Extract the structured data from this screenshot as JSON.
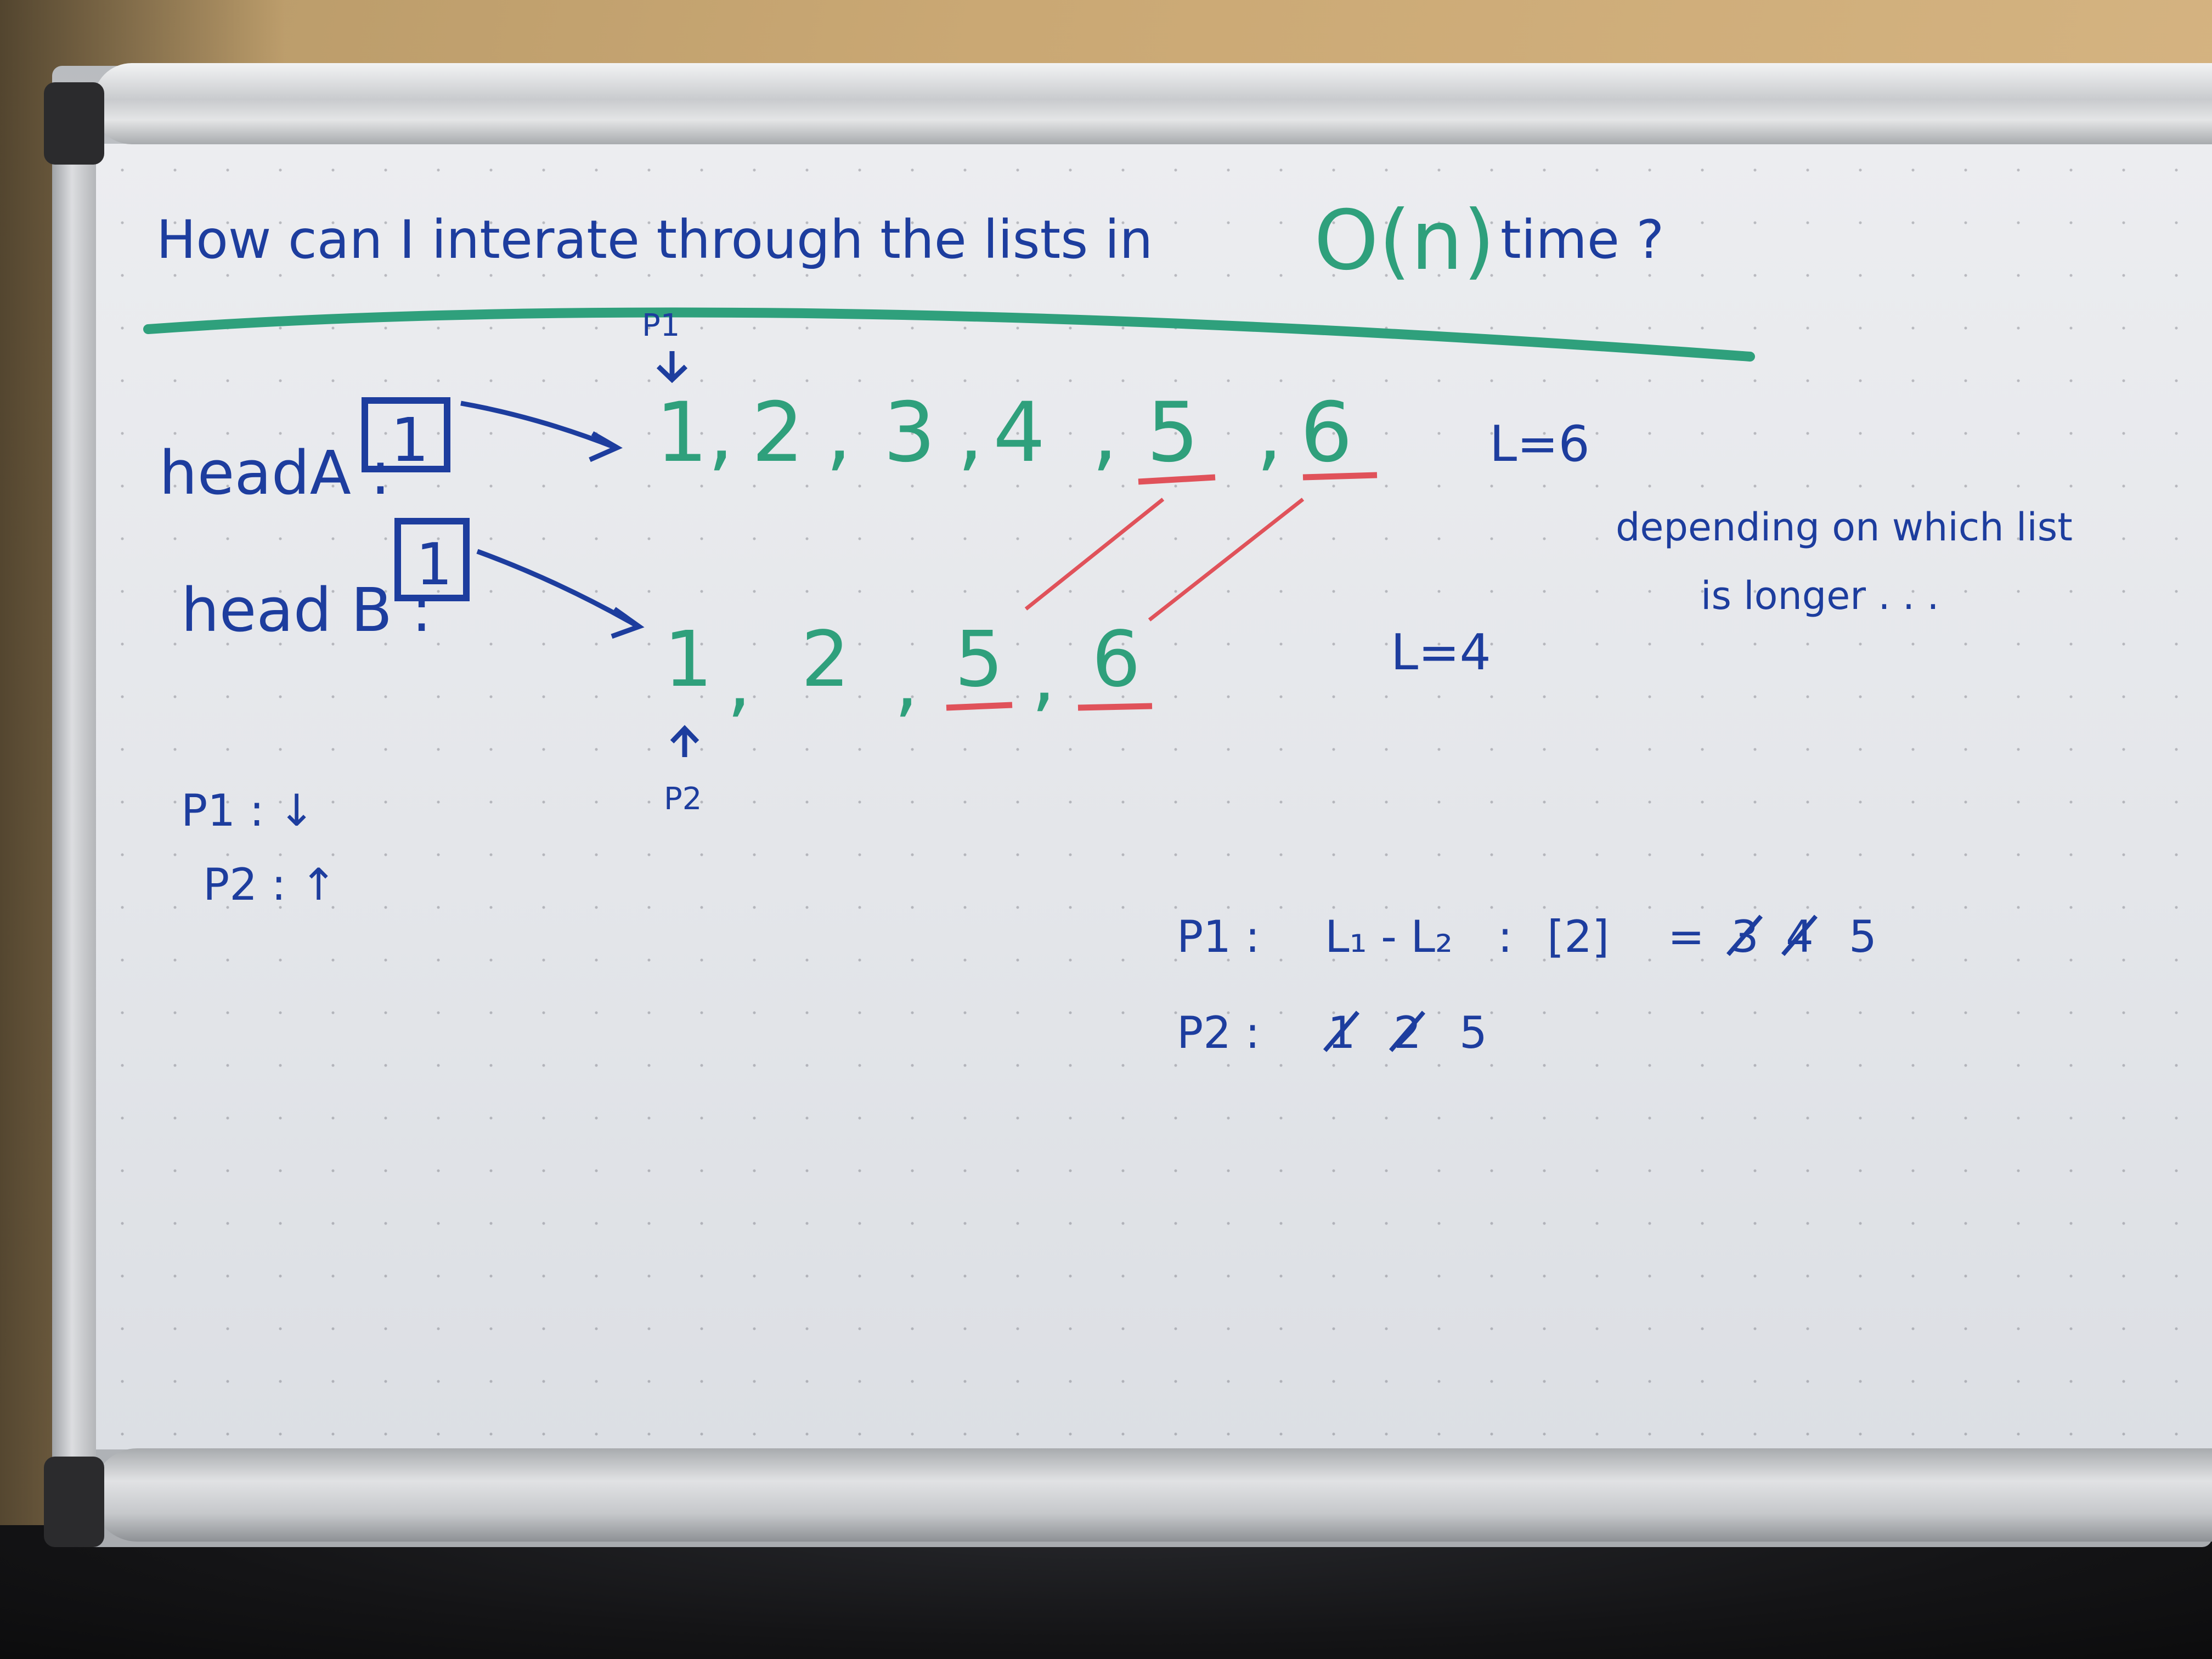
{
  "board": {
    "question": {
      "prefix": "How can I interate through the lists in",
      "complexity": "O(n)",
      "suffix": "time ?"
    },
    "pointer_p1_label": "P1",
    "pointer_p2_label": "P2",
    "headA": {
      "label": "headA :",
      "box_value": "1"
    },
    "headB": {
      "label": "head B :",
      "box_value": "1"
    },
    "list_a": [
      "1",
      ",",
      "2",
      ",",
      "3",
      ",",
      "4",
      ",",
      "5",
      ",",
      "6"
    ],
    "list_b": [
      "1",
      ",",
      "2",
      ",",
      "5",
      ",",
      "6"
    ],
    "length_a": "L=6",
    "length_b": "L=4",
    "note_line1": "depending on which list",
    "note_line2": "is longer . . .",
    "legend": {
      "p1": "P1 : ↓",
      "p2": "P2 : ↑"
    },
    "calc": {
      "p1_prefix": "P1 :",
      "p1_expr": "L₁ - L₂",
      "p1_colon": ":",
      "p1_bracket": "[2]",
      "p1_equals": "=",
      "p1_struck": [
        "3",
        "4"
      ],
      "p1_final": "5",
      "p2_prefix": "P2 :",
      "p2_struck": [
        "1",
        "2"
      ],
      "p2_final": "5"
    }
  },
  "colors": {
    "marker_blue": "#1d3d9e",
    "marker_green": "#2fa07c",
    "marker_red": "#e0525a"
  }
}
